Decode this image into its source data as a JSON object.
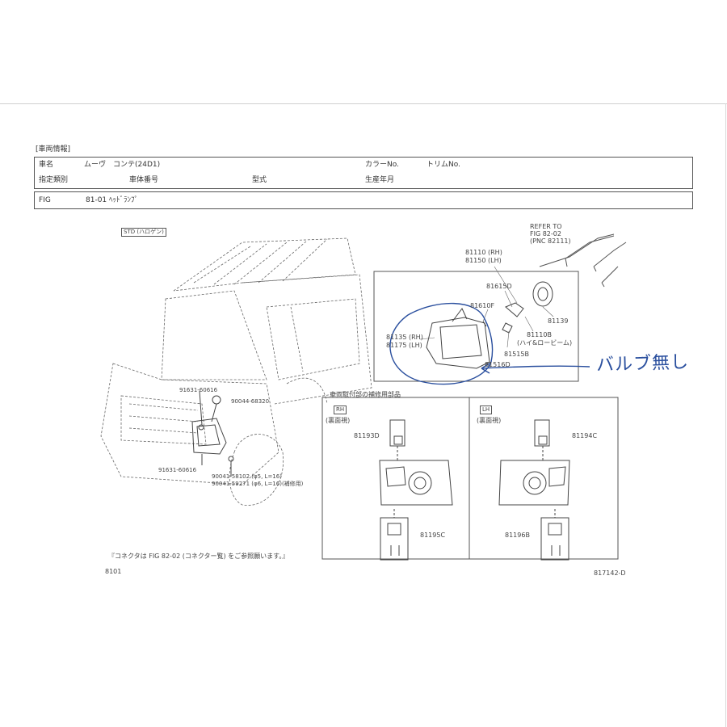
{
  "vehicle_info": {
    "section_label": "[車両情報]",
    "name_label": "車名",
    "name_value": "ムーヴ　コンテ(24D1)",
    "color_label": "カラーNo.",
    "trim_label": "トリムNo.",
    "designation_label": "指定類別",
    "body_number_label": "車体番号",
    "model_label": "型式",
    "production_label": "生産年月"
  },
  "fig": {
    "label": "FIG",
    "value": "81-01 ﾍｯﾄﾞﾗﾝﾌﾟ"
  },
  "diagram": {
    "std_tag": "STD (ハロゲン)",
    "refer_lines": [
      "REFER TO",
      "FIG  82-02",
      "(PNC 82111)"
    ],
    "part_81110_rh": "81110 (RH)",
    "part_81150_lh": "81150 (LH)",
    "part_81615d": "81615D",
    "part_81610f": "81610F",
    "part_81139": "81139",
    "part_81110b": "81110B",
    "part_81110b_note": "(ハイ&ロービーム)",
    "part_81135_rh": "81135 (RH)",
    "part_81175_lh": "81175 (LH)",
    "part_81515b": "81515B",
    "part_81516d": "81516D",
    "part_91631_60616_a": "91631-60616",
    "part_90044_68320": "90044-68320",
    "part_91631_60616_b": "91631-60616",
    "part_90041_58102": "90041-58102  (φ5, L=16)",
    "part_90041_59271": "90041-59271  (φ6, L=16)(補修用)",
    "repair_title": "車両取付部の補修用部品",
    "rh_tag": "RH",
    "rh_view": "(裏面視)",
    "lh_tag": "LH",
    "lh_view": "(裏面視)",
    "part_81193d": "81193D",
    "part_81195c": "81195C",
    "part_81194c": "81194C",
    "part_81196b": "81196B",
    "connector_note": "『コネクタは FIG 82-02 (コネクター覧) をご参照願います。』",
    "page_code": "8101",
    "doc_code": "817142-D",
    "handwritten_note": "バルブ無し"
  },
  "colors": {
    "line": "#555555",
    "handwriting": "#2a4f9e"
  }
}
